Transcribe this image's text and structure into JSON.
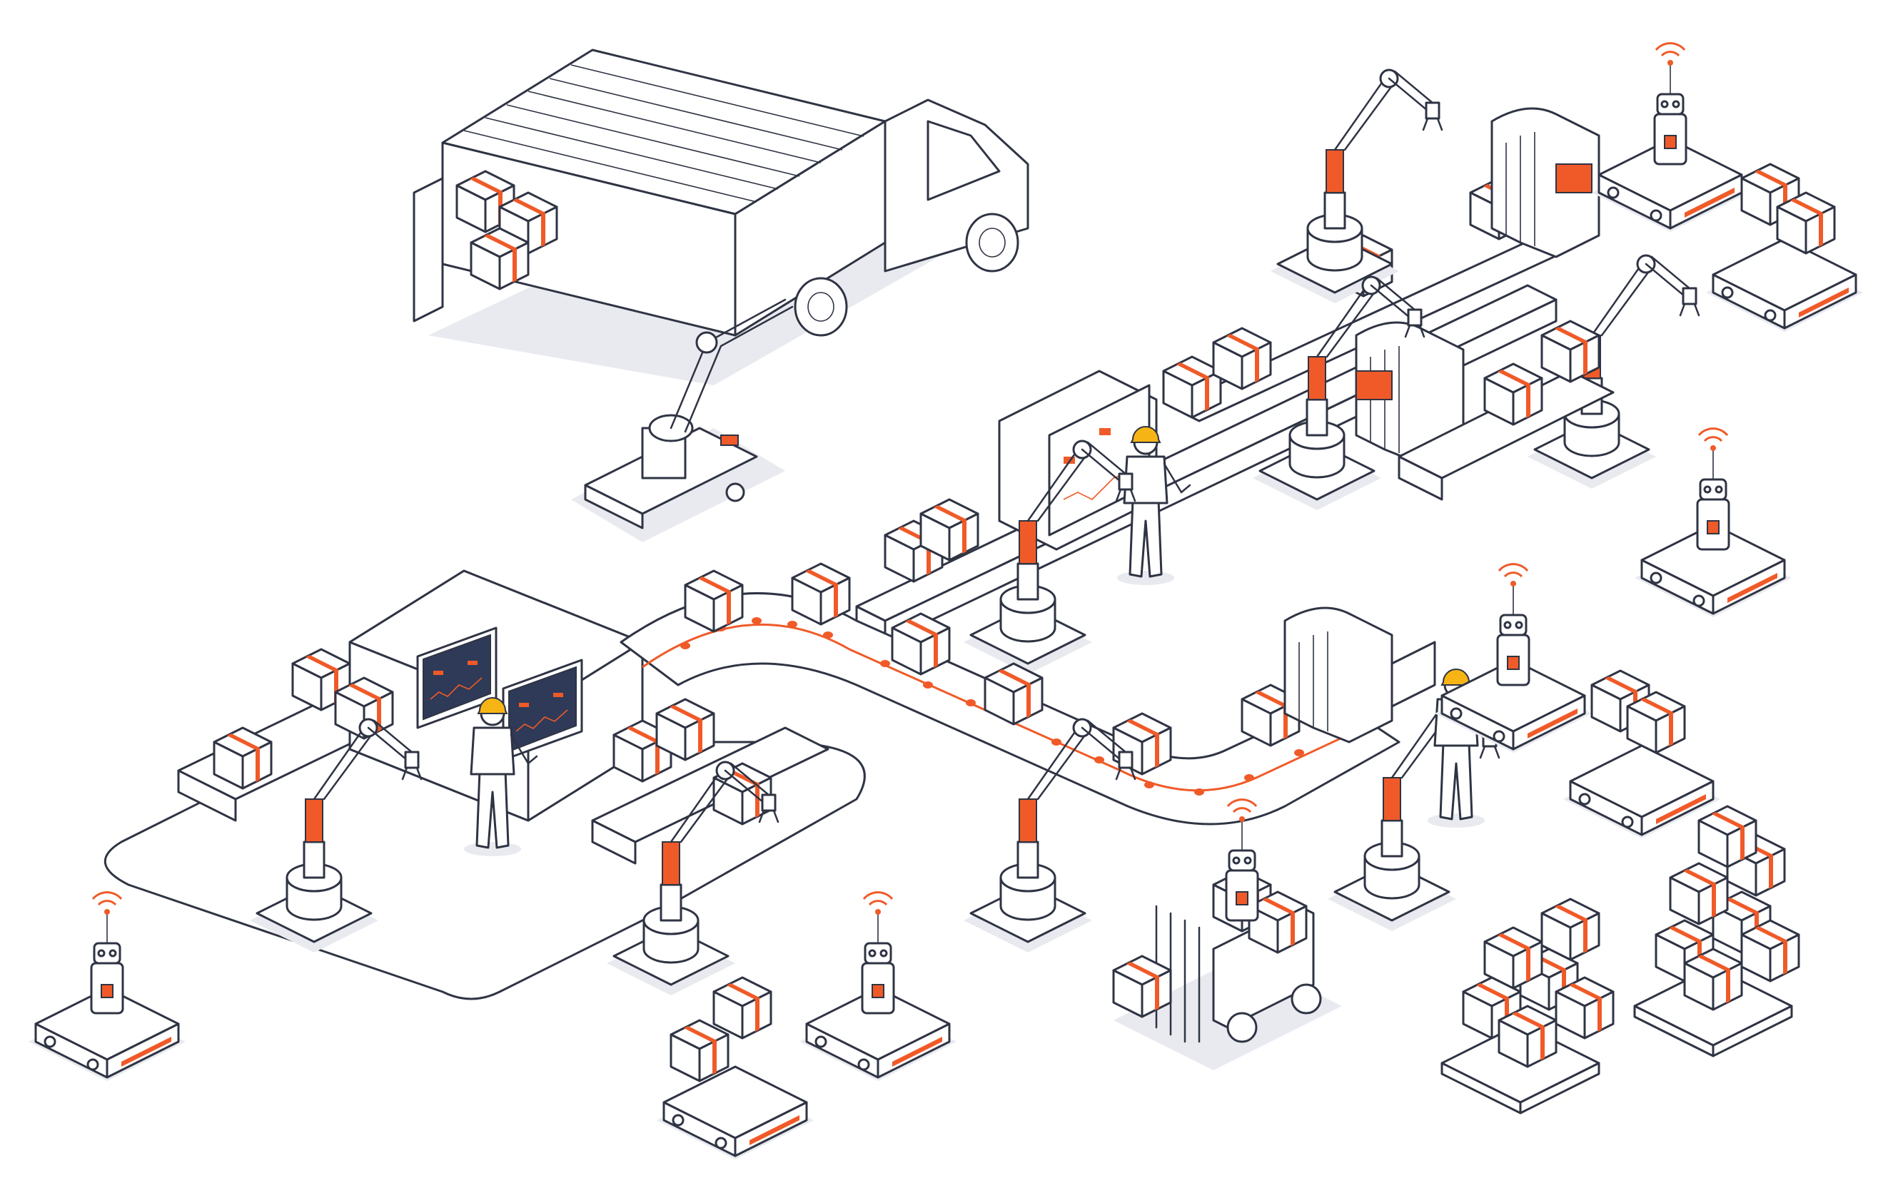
{
  "scene": {
    "style": "isometric line illustration",
    "palette": {
      "line": "#2f3444",
      "accent": "#f05a28",
      "helmet": "#f7b515",
      "screen": "#2e3a57",
      "shadow": "#e9eaef"
    },
    "elements": [
      "delivery-truck",
      "truck-loading-robot-arm",
      "conveyor-belt-upper",
      "conveyor-belt-curved",
      "conveyor-belt-left",
      "conveyor-belt-right",
      "scanner-gate",
      "robot-arm",
      "agv-robot",
      "worker",
      "control-panel",
      "forklift-robot",
      "pallet-boxes"
    ]
  }
}
